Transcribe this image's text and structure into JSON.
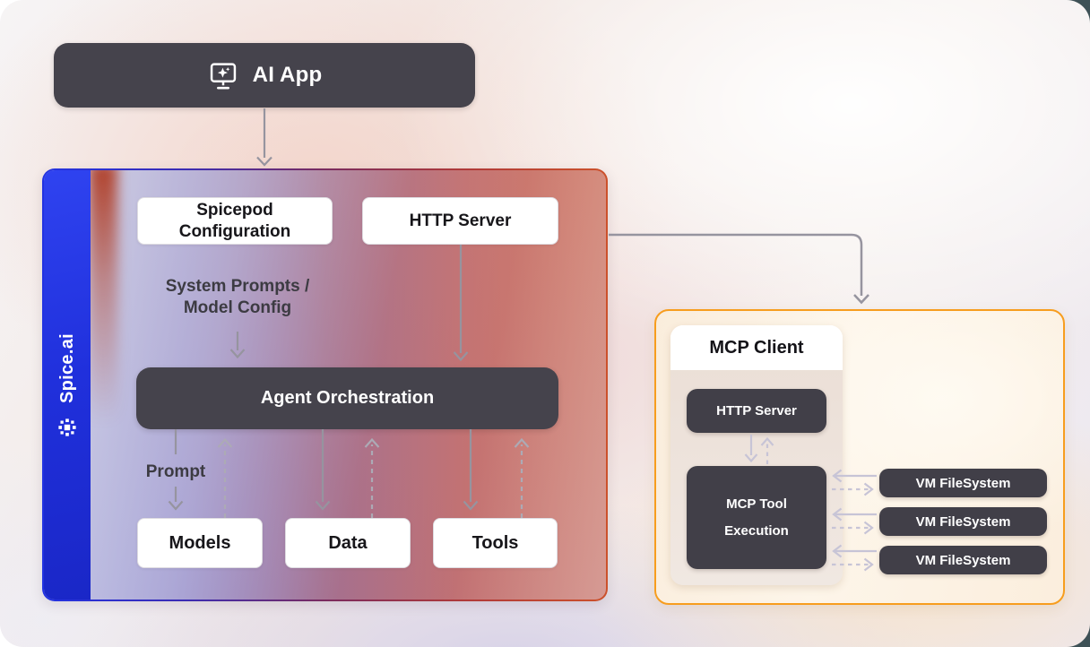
{
  "ai_app": {
    "label": "AI App"
  },
  "spice": {
    "brand": "Spice.ai",
    "nodes": {
      "spicepod": {
        "line1": "Spicepod",
        "line2": "Configuration"
      },
      "http_server": "HTTP Server",
      "system_prompts": {
        "line1": "System Prompts /",
        "line2": "Model Config"
      },
      "agent_orchestration": "Agent Orchestration",
      "prompt_label": "Prompt",
      "models": "Models",
      "data": "Data",
      "tools": "Tools"
    }
  },
  "mcp": {
    "client_title": "MCP Client",
    "http_server": "HTTP Server",
    "tool_execution": {
      "line1": "MCP Tool",
      "line2": "Execution"
    },
    "vm_filesystems": [
      "VM FileSystem",
      "VM FileSystem",
      "VM FileSystem"
    ]
  },
  "colors": {
    "sidebar_blue": "#2233e2",
    "border_gradient_red": "#cc512b",
    "mcp_orange": "#f79d1e",
    "dark_node": "#45434c",
    "arrow_gray": "#96949f",
    "arrow_dashed_gray": "#acaab5",
    "mcp_arrow": "#c7c4d6"
  }
}
